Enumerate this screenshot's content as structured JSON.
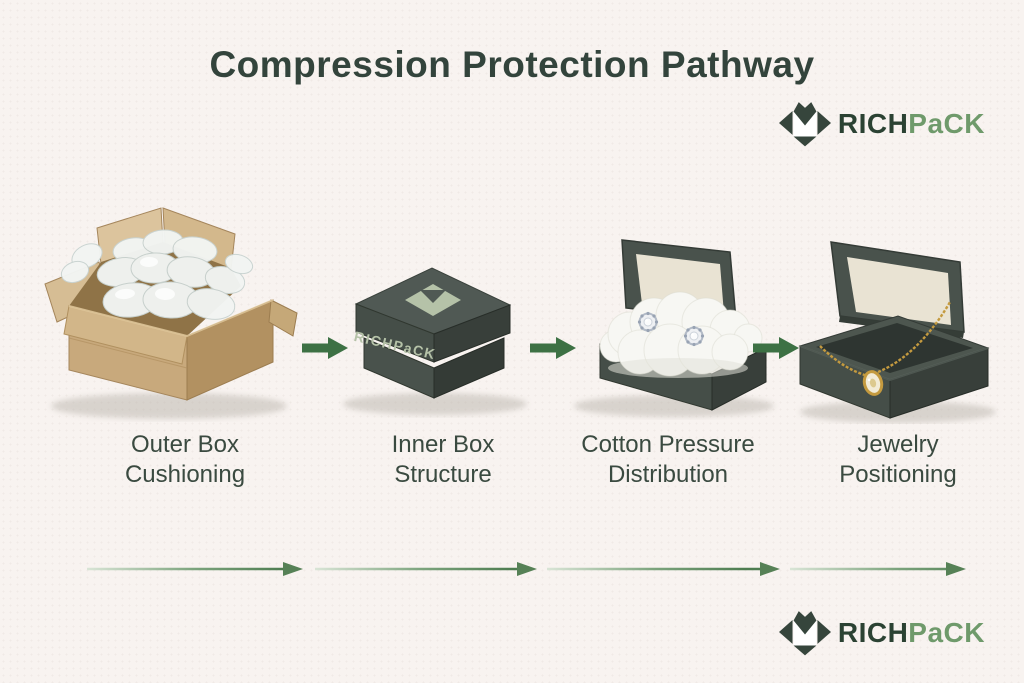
{
  "page": {
    "title": "Compression Protection Pathway"
  },
  "brand": {
    "name_rich": "RICH",
    "name_pack": "PaCK"
  },
  "stages": [
    {
      "label_line1": "Outer Box",
      "label_line2": "Cushioning",
      "depicts": "open cardboard shipping box filled with air cushion pillows"
    },
    {
      "label_line1": "Inner Box",
      "label_line2": "Structure",
      "box_text": "RICHPaCK",
      "depicts": "closed dark green rigid box with sage gem logo on lid"
    },
    {
      "label_line1": "Cotton Pressure",
      "label_line2": "Distribution",
      "depicts": "open jewelry box with cotton filling and two pearl earrings"
    },
    {
      "label_line1": "Jewelry",
      "label_line2": "Positioning",
      "depicts": "open jewelry box with gold pendant necklace on dark cushion"
    }
  ],
  "flow": {
    "step_arrow_count": 3,
    "timeline_arrow_count": 4
  },
  "colors": {
    "background": "#f8f3f0",
    "title_text": "#33443c",
    "label_text": "#3a4a40",
    "step_arrow": "#3d7144",
    "timeline_arrow": "#4d7c50",
    "brand_rich": "#2b4233",
    "brand_pack": "#6f9a6b",
    "brand_mark": "#36453c",
    "inner_box": "#49524c",
    "sage_logo": "#b5c2a8",
    "cardboard": "#c8a97c",
    "cotton": "#f6f6f2",
    "gold": "#c49a3f"
  }
}
